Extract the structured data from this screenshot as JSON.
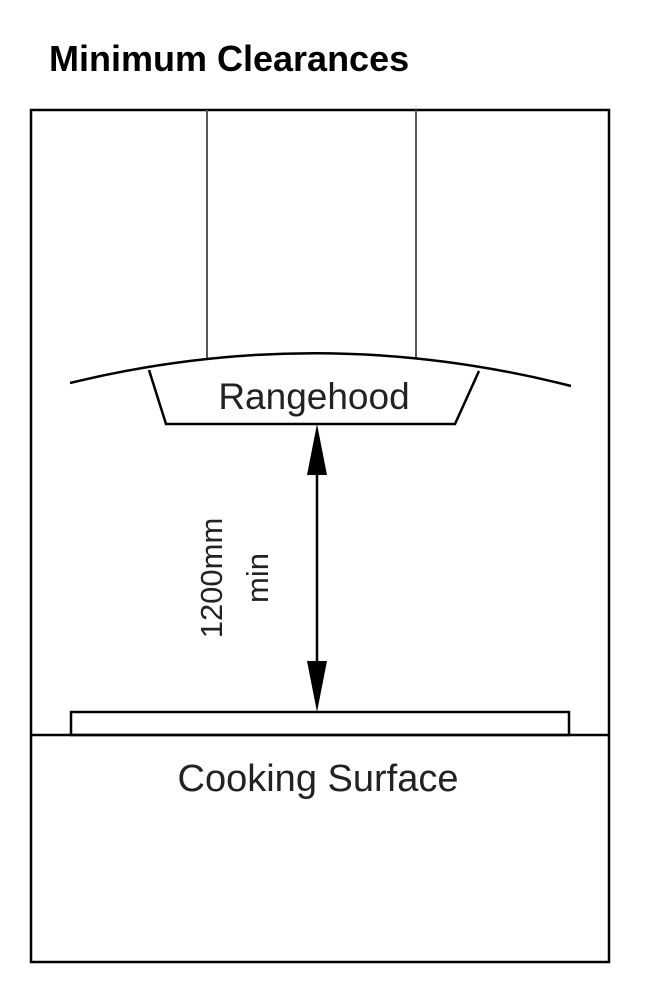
{
  "title": "Minimum Clearances",
  "labels": {
    "rangehood": "Rangehood",
    "cooking_surface": "Cooking Surface",
    "clearance_value": "1200mm",
    "clearance_qualifier": "min"
  },
  "colors": {
    "line": "#000000",
    "background": "#ffffff"
  }
}
